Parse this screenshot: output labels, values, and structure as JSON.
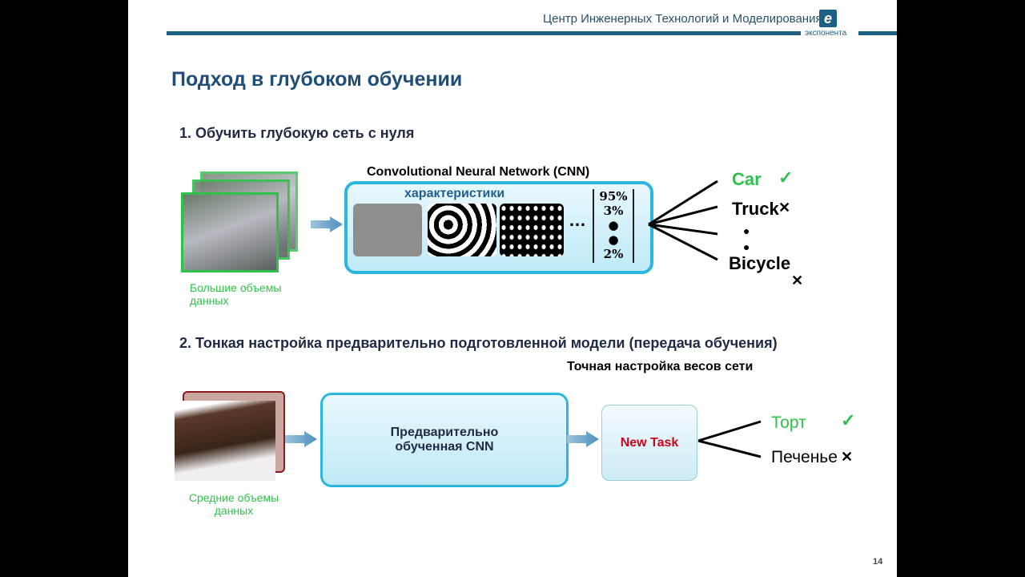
{
  "header": {
    "org": "Центр Инженерных Технологий и Моделирования",
    "logo_text": "экспонента",
    "logo_glyph": "e"
  },
  "title": "Подход в глубоком обучении",
  "section1": {
    "heading": "1. Обучить глубокую сеть с нуля",
    "cnn_title": "Convolutional Neural Network (CNN)",
    "features_label": "характеристики",
    "ellipsis": "…",
    "probs": [
      "95%",
      "3%",
      "2%"
    ],
    "data_caption": "Большие объемы данных",
    "outputs": [
      {
        "label": "Car",
        "mark": "✓"
      },
      {
        "label": "Truck",
        "mark": "✕"
      },
      {
        "label": "Bicycle",
        "mark": "✕"
      }
    ]
  },
  "section2": {
    "heading": "2. Тонкая настройка предварительно подготовленной модели (передача обучения)",
    "finetune_label": "Точная настройка весов сети",
    "pretrained_label": "Предварительно обученная CNN",
    "new_task": "New Task",
    "data_caption": "Средние объемы данных",
    "outputs": [
      {
        "label": "Торт",
        "mark": "✓"
      },
      {
        "label": "Печенье",
        "mark": "✕"
      }
    ]
  },
  "page_number": "14"
}
